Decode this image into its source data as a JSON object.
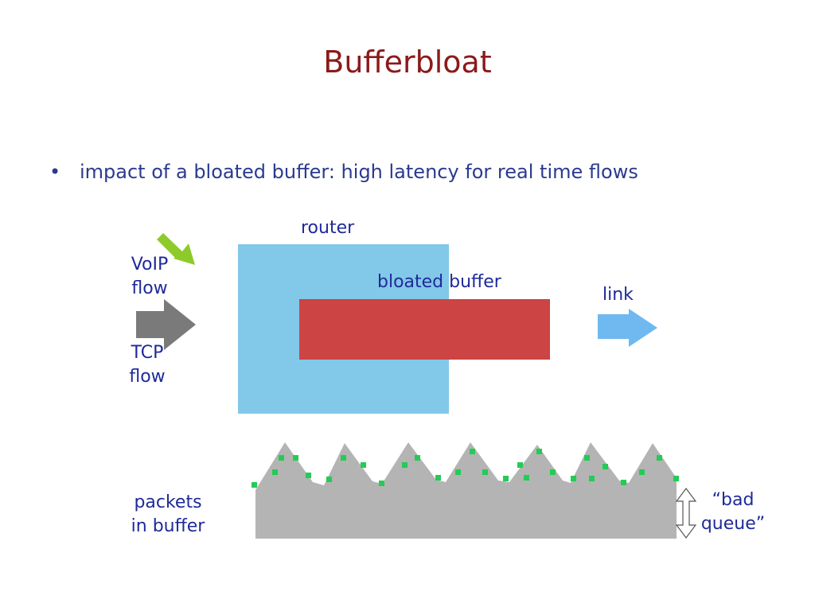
{
  "slide": {
    "title": "Bufferbloat",
    "bullet": "impact of a bloated buffer: high latency for real time flows"
  },
  "diagram": {
    "router_label": "router",
    "buffer_label": "bloated buffer",
    "link_label": "link",
    "voip_label_line1": "VoIP",
    "voip_label_line2": "flow",
    "tcp_label_line1": "TCP",
    "tcp_label_line2": "flow",
    "packets_label_line1": "packets",
    "packets_label_line2": "in buffer",
    "bad_queue_line1": "“bad",
    "bad_queue_line2": "queue”"
  },
  "colors": {
    "title": "#8B1A1A",
    "text": "#1F2A9A",
    "router": "#82C8E8",
    "buffer": "#CC4444",
    "voip_arrow": "#8CCB2A",
    "tcp_arrow": "#7A7A7A",
    "link_arrow": "#70B8F0",
    "queue": "#B4B4B4",
    "packet": "#22CC55"
  }
}
